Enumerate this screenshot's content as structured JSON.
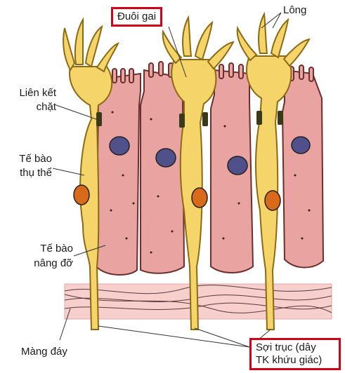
{
  "labels": {
    "dendrite": "Đuôi gai",
    "cilia": "Lông",
    "tight_junction_1": "Liên kết",
    "tight_junction_2": "chặt",
    "receptor_cell_1": "Tế bào",
    "receptor_cell_2": "thụ thể",
    "support_cell_1": "Tế bào",
    "support_cell_2": "nâng đỡ",
    "basement_membrane": "Màng đáy",
    "axon_1": "Sợi trục (dây",
    "axon_2": "TK khứu giác)"
  },
  "colors": {
    "receptor_cell": "#f5d56a",
    "support_cell": "#e9a3a0",
    "membrane": "#f6c8c6",
    "nucleus_receptor": "#d86a1a",
    "nucleus_support": "#50508a",
    "highlight_box": "#d0021b"
  }
}
